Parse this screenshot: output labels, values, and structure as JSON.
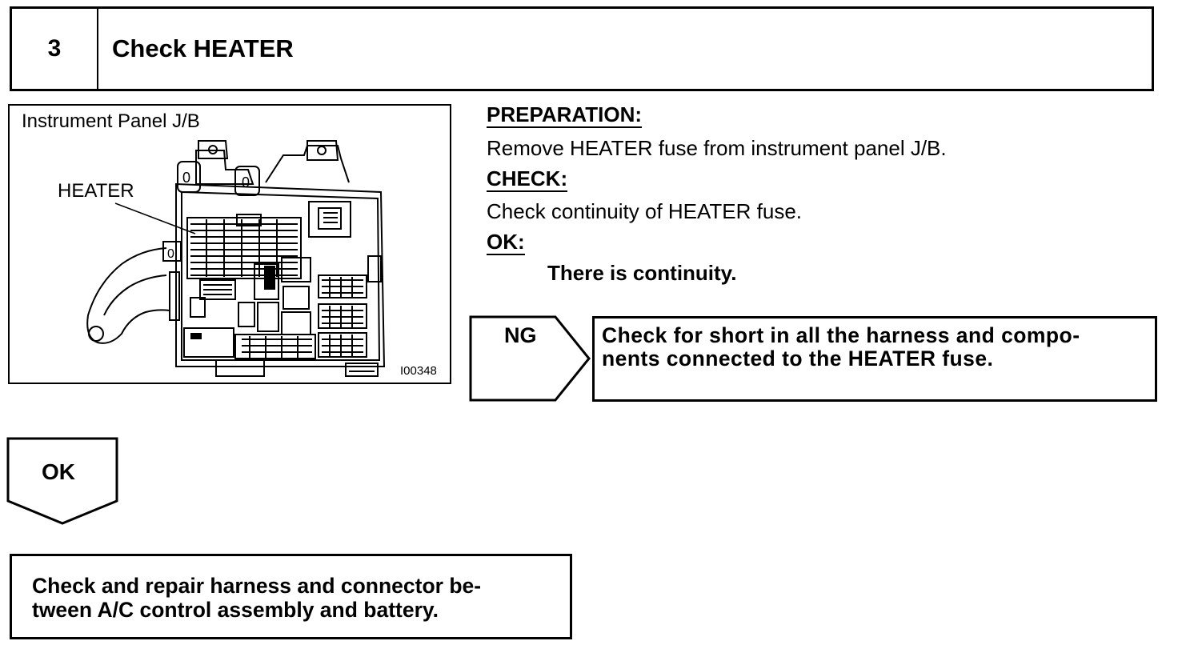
{
  "step": {
    "number": "3",
    "title": "Check HEATER"
  },
  "figure": {
    "caption": "Instrument Panel J/B",
    "callout": "HEATER",
    "figure_id": "I00348"
  },
  "instructions": {
    "preparation_heading": "PREPARATION:",
    "preparation_text": "Remove HEATER fuse from instrument panel J/B.",
    "check_heading": "CHECK:",
    "check_text": "Check continuity of HEATER fuse.",
    "ok_heading": "OK:",
    "ok_text": "There is continuity."
  },
  "ng_branch": {
    "label": "NG",
    "result_line1": "Check for short in all the harness and compo-",
    "result_line2": "nents connected to the HEATER fuse."
  },
  "ok_branch": {
    "label": "OK",
    "result_line1": "Check and repair harness and connector be-",
    "result_line2": "tween A/C control assembly and battery."
  }
}
